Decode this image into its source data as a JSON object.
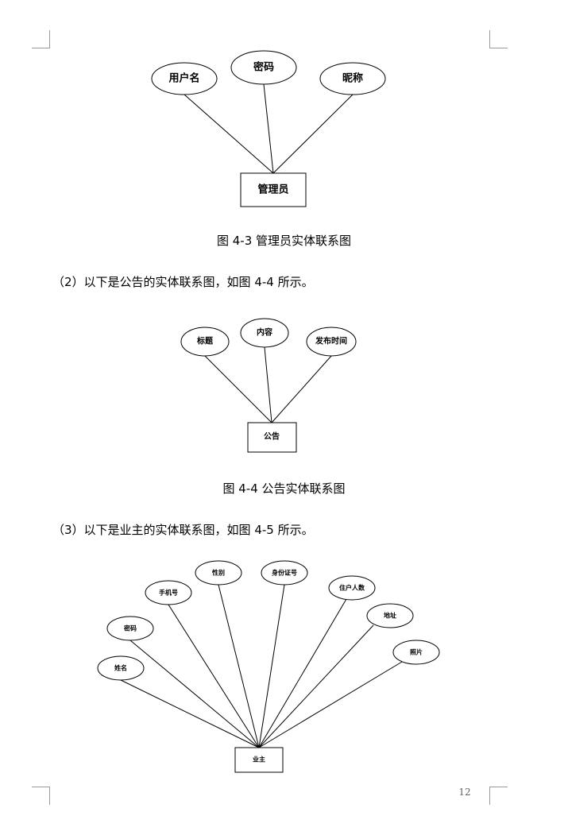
{
  "diagram_43": {
    "entity": "管理员",
    "attributes": [
      "用户名",
      "密码",
      "昵称"
    ]
  },
  "caption_43": "图 4-3  管理员实体联系图",
  "para_2": "（2）以下是公告的实体联系图，如图 4-4 所示。",
  "diagram_44": {
    "entity": "公告",
    "attributes": [
      "标题",
      "内容",
      "发布时间"
    ]
  },
  "caption_44": "图 4-4  公告实体联系图",
  "para_3": "（3）以下是业主的实体联系图，如图 4-5 所示。",
  "diagram_45": {
    "entity": "业主",
    "attributes": [
      "姓名",
      "密码",
      "手机号",
      "性别",
      "身份证号",
      "住户人数",
      "地址",
      "照片"
    ]
  },
  "page_number": "12"
}
